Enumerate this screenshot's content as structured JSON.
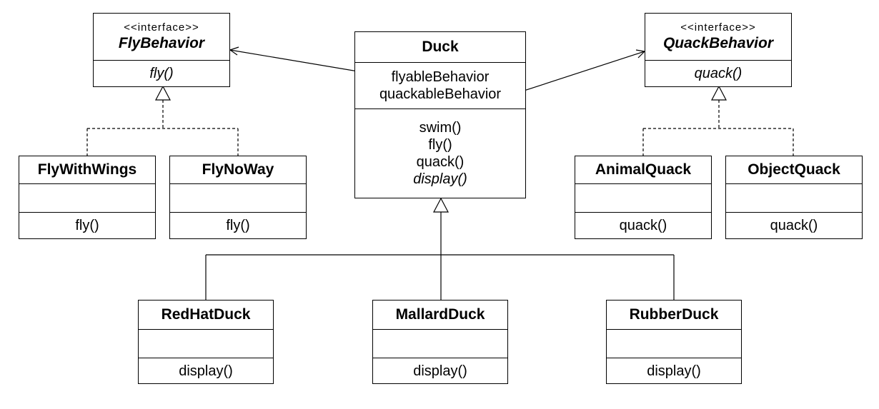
{
  "fly_behavior": {
    "stereotype": "<<interface>>",
    "name": "FlyBehavior",
    "operation": "fly()"
  },
  "quack_behavior": {
    "stereotype": "<<interface>>",
    "name": "QuackBehavior",
    "operation": "quack()"
  },
  "duck": {
    "name": "Duck",
    "attributes": [
      "flyableBehavior",
      "quackableBehavior"
    ],
    "operations": [
      "swim()",
      "fly()",
      "quack()"
    ],
    "abstract_operation": "display()"
  },
  "fly_with_wings": {
    "name": "FlyWithWings",
    "operation": "fly()"
  },
  "fly_no_way": {
    "name": "FlyNoWay",
    "operation": "fly()"
  },
  "animal_quack": {
    "name": "AnimalQuack",
    "operation": "quack()"
  },
  "object_quack": {
    "name": "ObjectQuack",
    "operation": "quack()"
  },
  "red_hat_duck": {
    "name": "RedHatDuck",
    "operation": "display()"
  },
  "mallard_duck": {
    "name": "MallardDuck",
    "operation": "display()"
  },
  "rubber_duck": {
    "name": "RubberDuck",
    "operation": "display()"
  },
  "colors": {
    "stroke": "#000000",
    "fill": "#ffffff"
  }
}
